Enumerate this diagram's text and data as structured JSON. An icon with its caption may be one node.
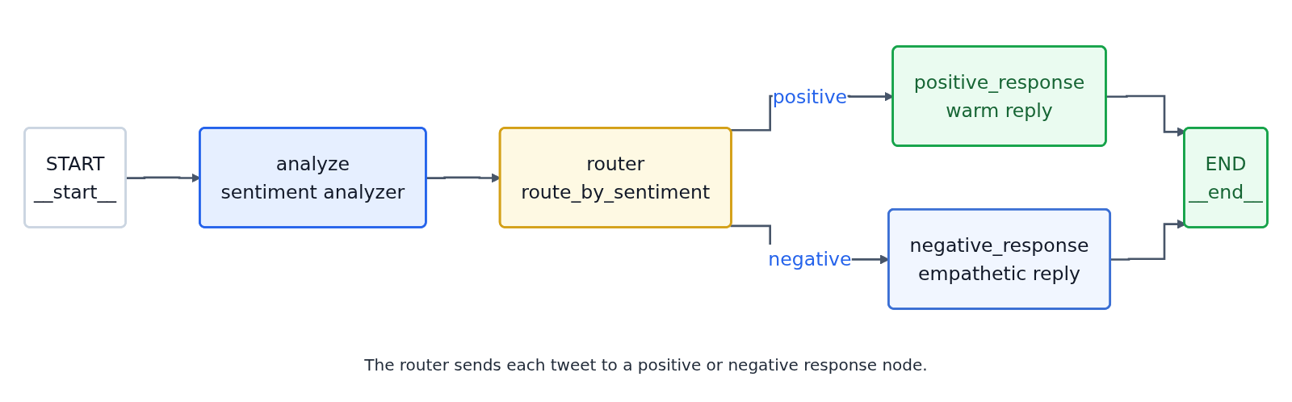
{
  "diagram": {
    "caption": "The router sends each tweet to a positive or negative response node.",
    "nodes": [
      {
        "text": [
          "START",
          "__start__"
        ]
      },
      {
        "text": [
          "analyze",
          "sentiment analyzer"
        ]
      },
      {
        "text": [
          "router",
          "route_by_sentiment"
        ]
      },
      {
        "text": [
          "positive_response",
          "warm reply"
        ]
      },
      {
        "text": [
          "negative_response",
          "empathetic reply"
        ]
      },
      {
        "text": [
          "END",
          "__end__"
        ]
      }
    ],
    "edges": [
      {
        "from": 0,
        "to": 1,
        "arrow": "to"
      },
      {
        "from": 1,
        "to": 2,
        "arrow": "to"
      },
      {
        "from": 2,
        "to": 3,
        "label": "positive",
        "arrow": "to"
      },
      {
        "from": 2,
        "to": 4,
        "label": "negative",
        "arrow": "to"
      },
      {
        "from": 3,
        "to": 5,
        "arrow": "to"
      },
      {
        "from": 4,
        "to": 5,
        "arrow": "to"
      }
    ]
  }
}
